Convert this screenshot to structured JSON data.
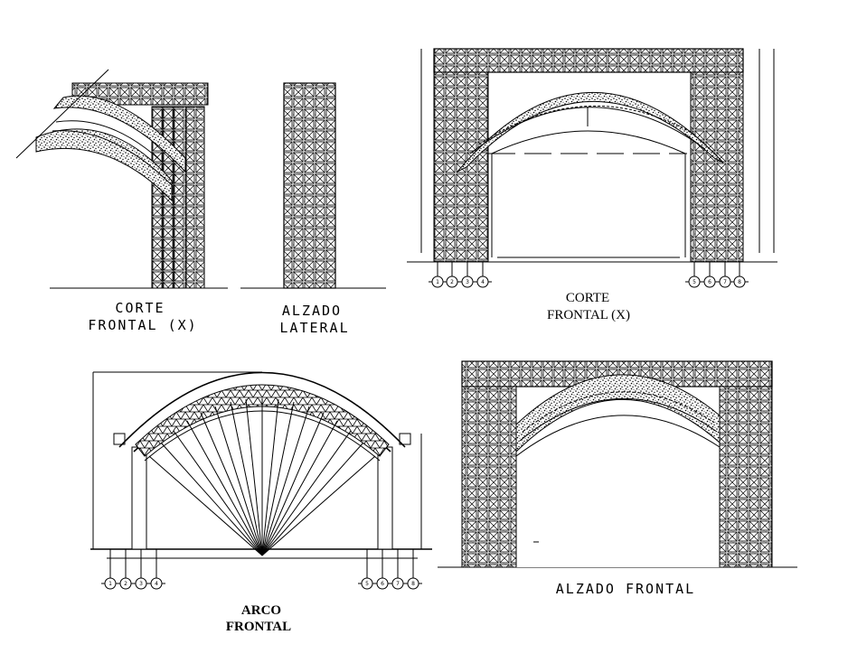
{
  "drawings": {
    "corte_left": {
      "line1": "CORTE",
      "line2": "FRONTAL (X)"
    },
    "alzado_lateral": {
      "line1": "ALZADO",
      "line2": "LATERAL"
    },
    "corte_right": {
      "line1": "CORTE",
      "line2": "FRONTAL (X)"
    },
    "arco_frontal": {
      "line1": "ARCO",
      "line2": "FRONTAL"
    },
    "alzado_frontal": {
      "line1": "ALZADO FRONTAL"
    }
  },
  "grid_markers": {
    "right_section_left": [
      "1",
      "2",
      "3",
      "4"
    ],
    "right_section_right": [
      "5",
      "6",
      "7",
      "8"
    ],
    "arco_left": [
      "1",
      "2",
      "3",
      "4"
    ],
    "arco_right": [
      "5",
      "6",
      "7",
      "8"
    ]
  }
}
